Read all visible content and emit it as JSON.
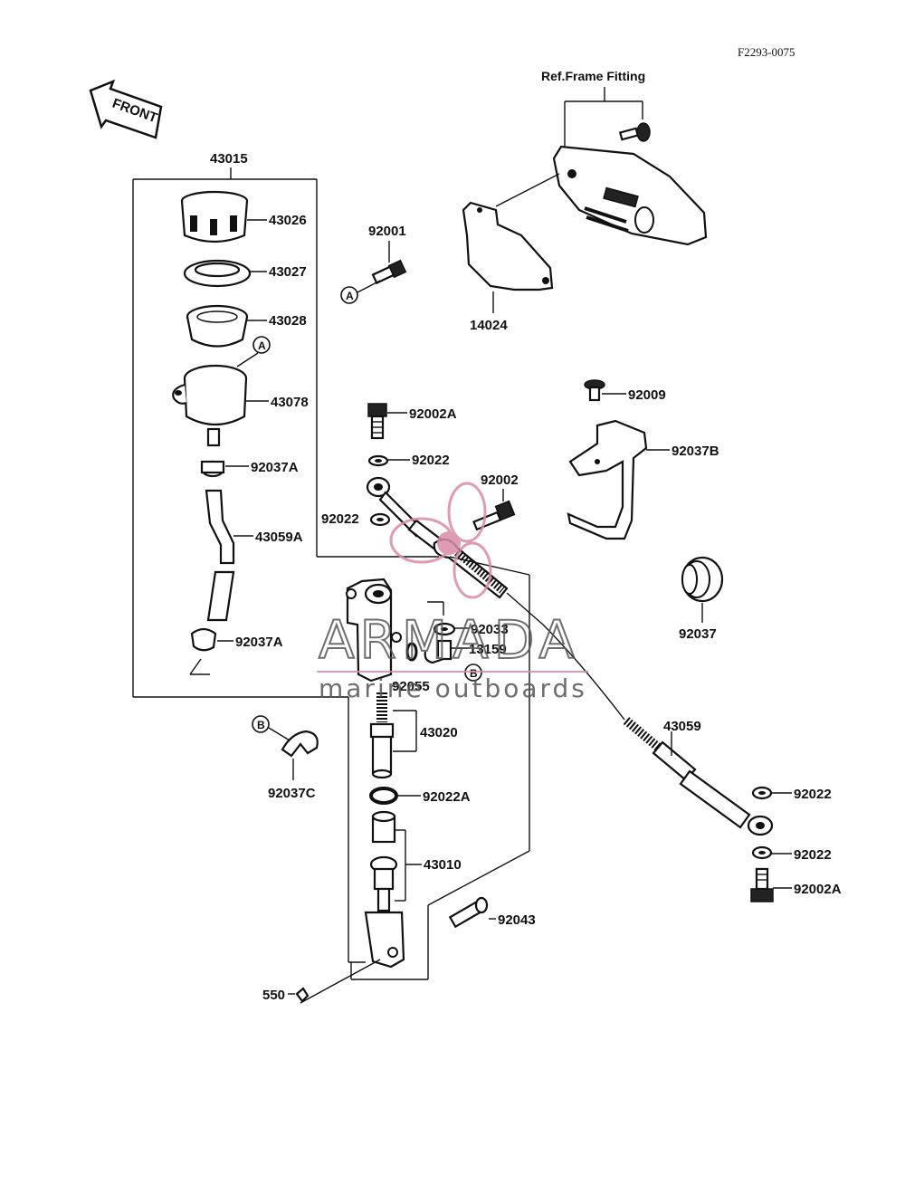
{
  "drawing_code": "F2293-0075",
  "front_label": "FRONT",
  "ref_frame_fitting": "Ref.Frame Fitting",
  "refs": {
    "a": "A",
    "b": "B"
  },
  "parts": {
    "p43015": "43015",
    "p43026": "43026",
    "p43027": "43027",
    "p43028": "43028",
    "p43078": "43078",
    "p92037A_1": "92037A",
    "p43059A": "43059A",
    "p92037A_2": "92037A",
    "p92001": "92001",
    "p14024": "14024",
    "p92009": "92009",
    "p92037B": "92037B",
    "p92002A_1": "92002A",
    "p92022_1": "92022",
    "p92002": "92002",
    "p92022_2": "92022",
    "p92037": "92037",
    "p92033": "92033",
    "p13159": "13159",
    "p92055": "92055",
    "p43020": "43020",
    "p92037C": "92037C",
    "p92022A": "92022A",
    "p43010": "43010",
    "p92043": "92043",
    "p550": "550",
    "p43059": "43059",
    "p92022_3": "92022",
    "p92022_4": "92022",
    "p92002A_2": "92002A"
  },
  "watermark": {
    "brand": "ARMADA",
    "tagline": "marine outboards",
    "color": "#d88aa8"
  }
}
